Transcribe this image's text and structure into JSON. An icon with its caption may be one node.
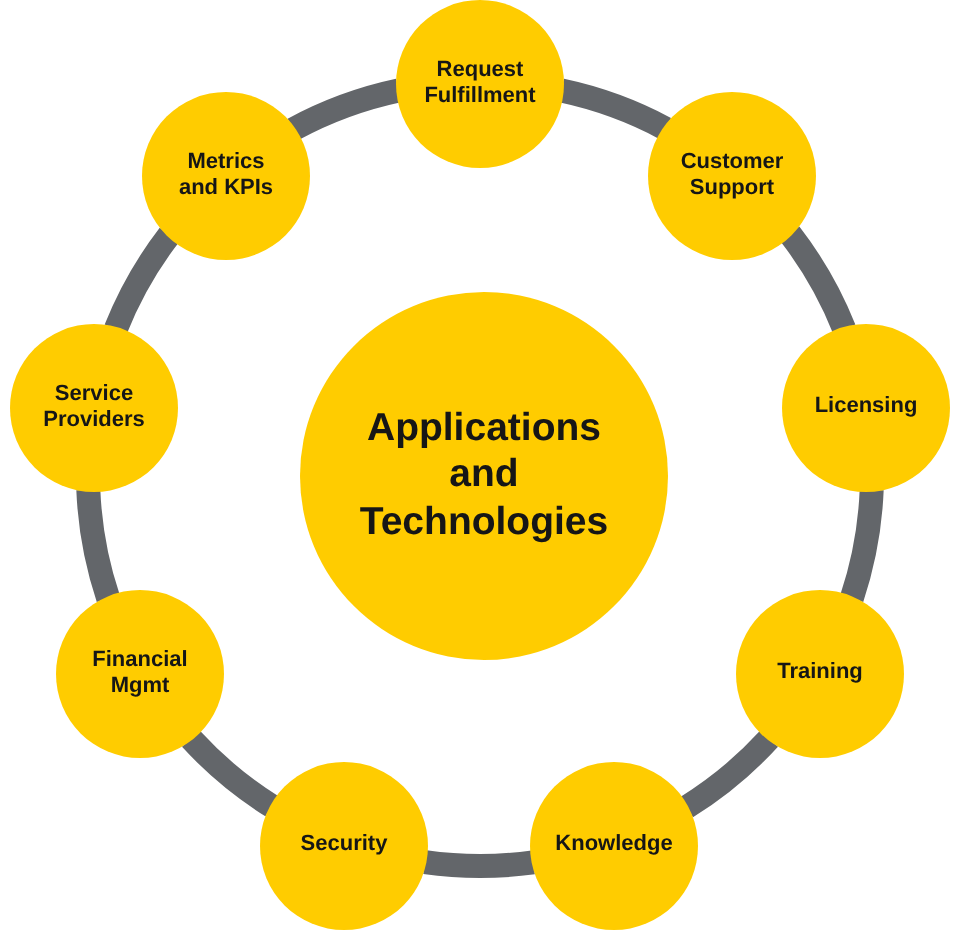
{
  "diagram": {
    "nodes": [
      {
        "text": [
          "Applications and Technologies"
        ]
      },
      {
        "text": [
          "Request Fulfillment"
        ]
      },
      {
        "text": [
          "Customer Support"
        ]
      },
      {
        "text": [
          "Licensing"
        ]
      },
      {
        "text": [
          "Training"
        ]
      },
      {
        "text": [
          "Knowledge"
        ]
      },
      {
        "text": [
          "Security"
        ]
      },
      {
        "text": [
          "Financial Mgmt"
        ]
      },
      {
        "text": [
          "Service Providers"
        ]
      },
      {
        "text": [
          "Metrics and KPIs"
        ]
      }
    ],
    "edges": [
      {
        "from": 1,
        "to": 2,
        "arrow": "none"
      },
      {
        "from": 2,
        "to": 3,
        "arrow": "none"
      },
      {
        "from": 3,
        "to": 4,
        "arrow": "none"
      },
      {
        "from": 4,
        "to": 5,
        "arrow": "none"
      },
      {
        "from": 5,
        "to": 6,
        "arrow": "none"
      },
      {
        "from": 6,
        "to": 7,
        "arrow": "none"
      },
      {
        "from": 7,
        "to": 8,
        "arrow": "none"
      },
      {
        "from": 8,
        "to": 9,
        "arrow": "none"
      },
      {
        "from": 9,
        "to": 1,
        "arrow": "none"
      }
    ]
  }
}
